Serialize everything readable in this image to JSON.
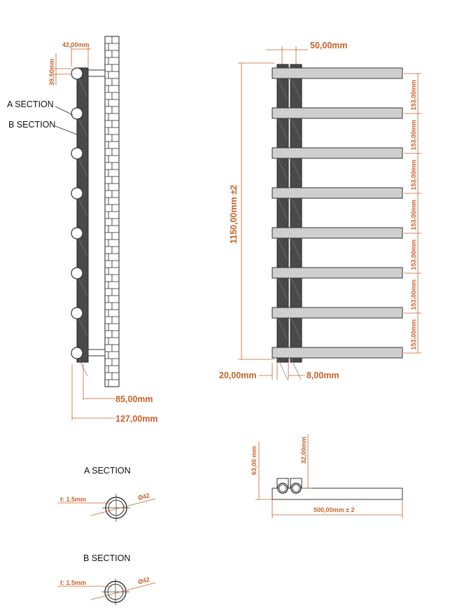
{
  "side_view": {
    "dim_width": "42,00mm",
    "dim_bar_offset": "39,50mm",
    "dim_depth_85": "85,00mm",
    "dim_depth_127": "127,00mm",
    "label_a_section": "A SECTION",
    "label_b_section": "B SECTION"
  },
  "front_view": {
    "dim_column_spacing": "50,00mm",
    "dim_total_height": "1150,00mm ±2",
    "bar_spacing_labels": [
      "153,00mm",
      "153,00mm",
      "153,00mm",
      "153,00mm",
      "153,00mm",
      "153,00mm",
      "153,00mm"
    ],
    "dim_left_offset": "20,00mm",
    "dim_column_width": "8,00mm"
  },
  "top_view": {
    "dim_height_63": "63,00 mm",
    "dim_height_32": "32,00mm",
    "dim_width": "500,00mm ± 2"
  },
  "section_a": {
    "title": "A SECTION",
    "thickness": "t: 1.5mm",
    "diameter": "Ø42"
  },
  "section_b": {
    "title": "B SECTION",
    "thickness": "t: 1.5mm",
    "diameter": "Ø42"
  },
  "colors": {
    "dimension": "#c8632a",
    "bar_fill": "#cfcfcf",
    "column_fill": "#4a4a4a"
  }
}
